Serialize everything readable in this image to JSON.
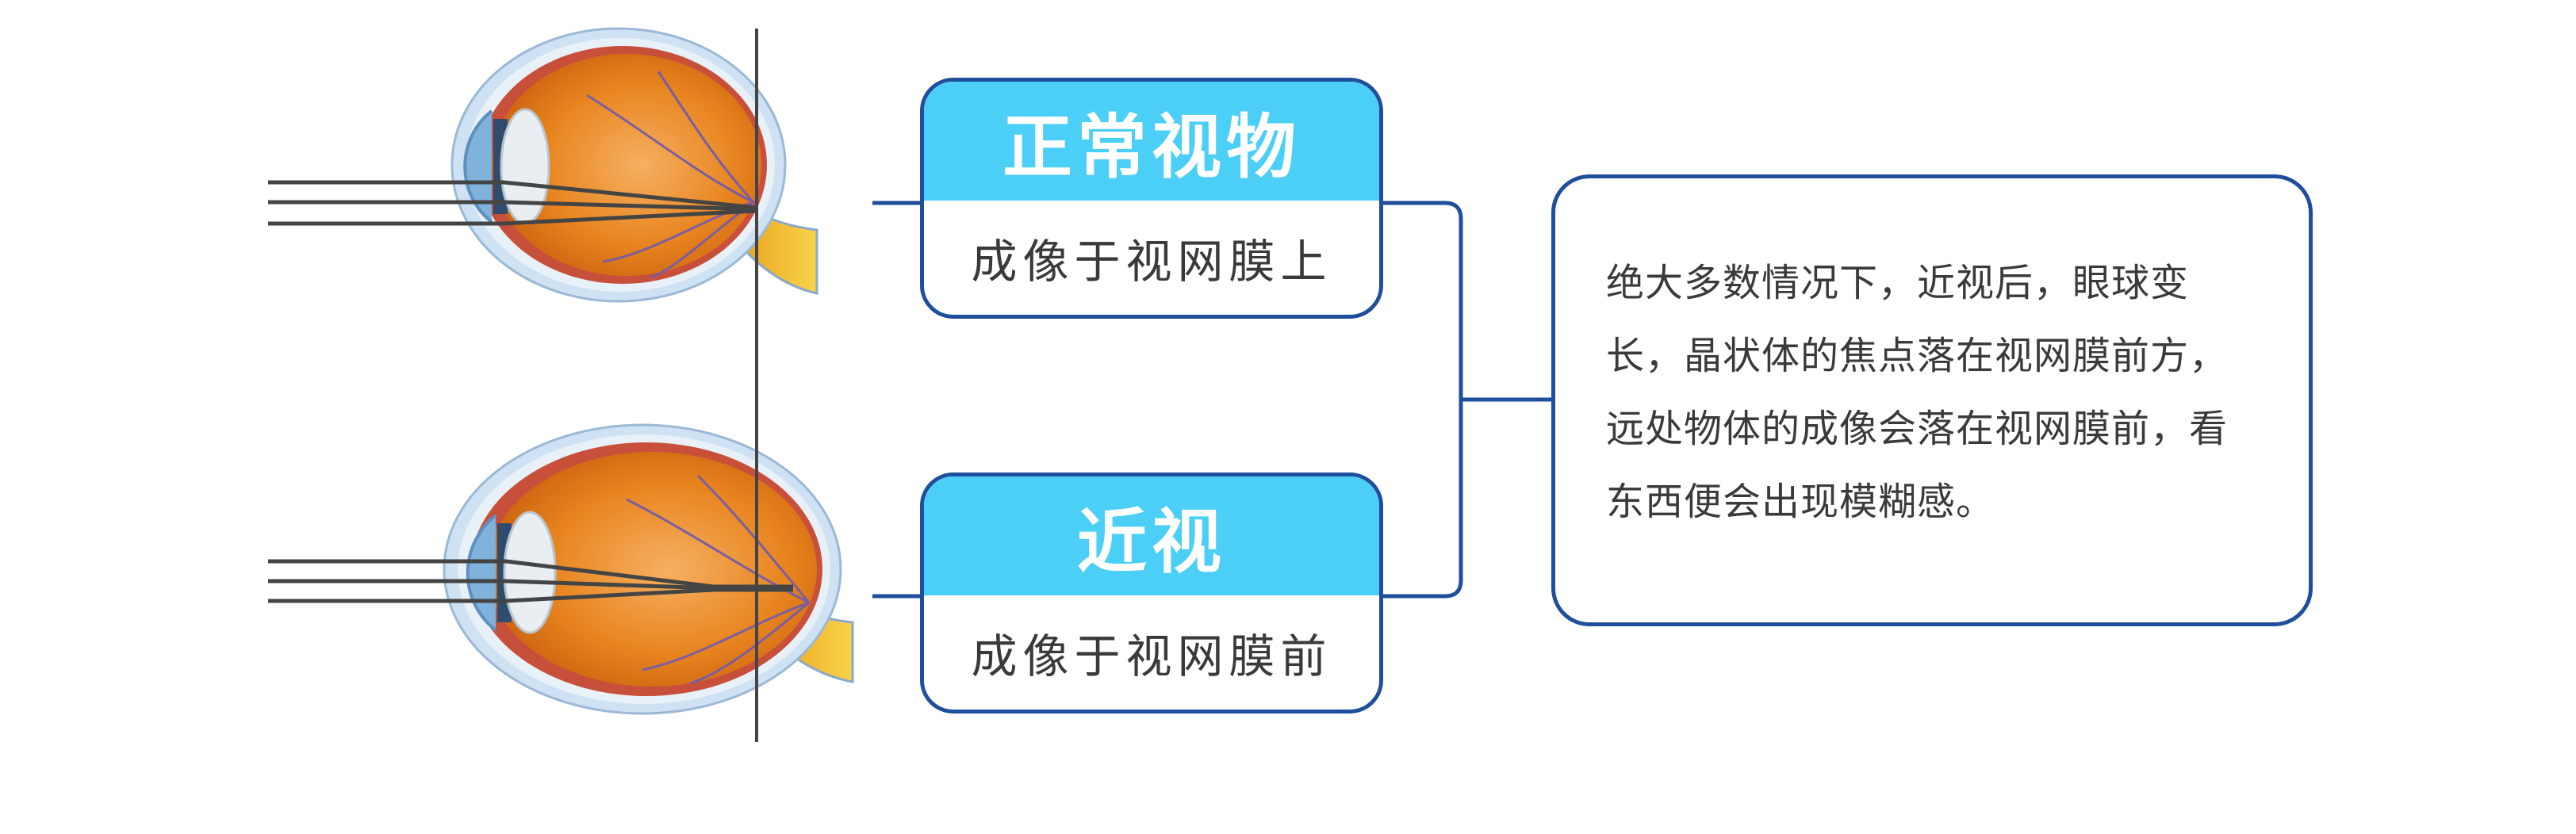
{
  "cards": {
    "normal": {
      "title": "正常视物",
      "subtitle": "成像于视网膜上"
    },
    "myopia": {
      "title": "近视",
      "subtitle": "成像于视网膜前"
    }
  },
  "description": "绝大多数情况下，近视后，眼球变长，晶状体的焦点落在视网膜前方，远处物体的成像会落在视网膜前，看东西便会出现模糊感。",
  "colors": {
    "title_fill": "#4bcff6",
    "border": "#1f4f9c",
    "eye_orange": "#e8841f",
    "sclera_outer": "#cfe2f3",
    "optic_nerve": "#f3c233",
    "lens": "#e9eef2",
    "light_ray": "#444444"
  },
  "icons": [
    "normal-eye-illustration",
    "myopic-eye-illustration"
  ]
}
